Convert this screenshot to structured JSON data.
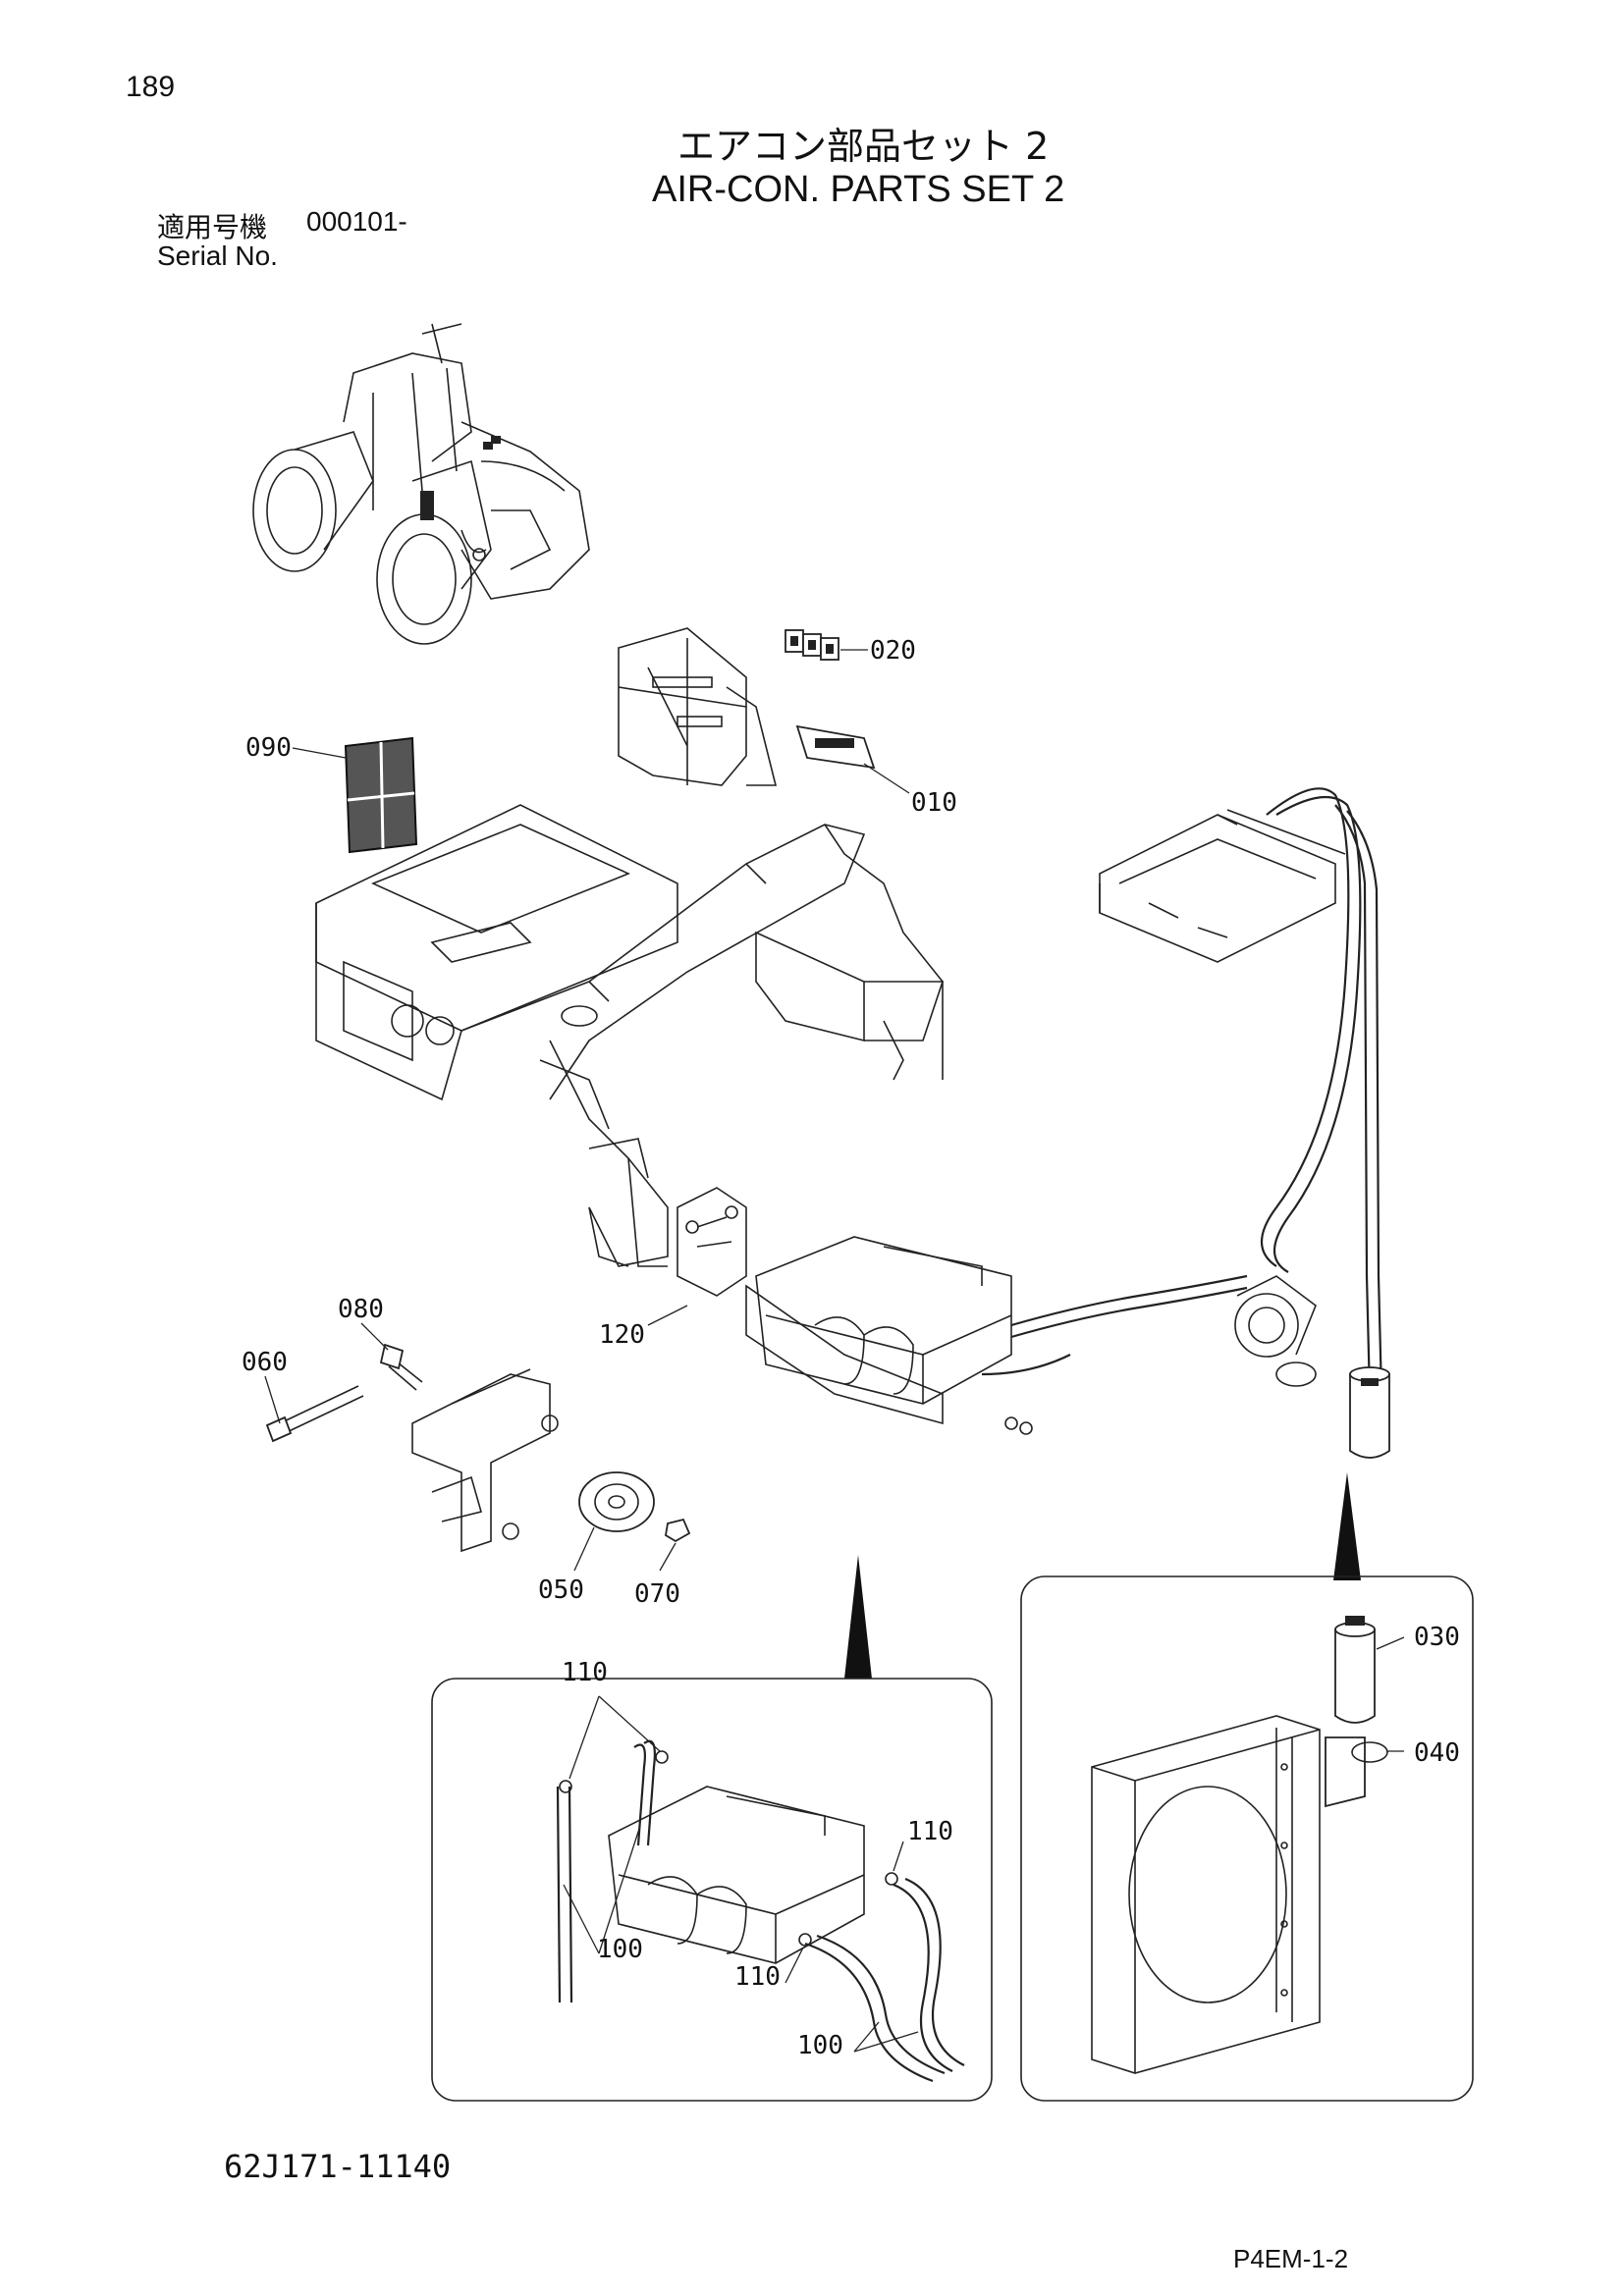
{
  "page_number": "189",
  "title_jp": "エアコン部品セット 2",
  "title_en": "AIR-CON. PARTS SET 2",
  "serial_label_jp": "適用号機",
  "serial_value": "000101-",
  "serial_label_en": "Serial No.",
  "callouts": {
    "c020": "020",
    "c010": "010",
    "c090": "090",
    "c120": "120",
    "c080": "080",
    "c060": "060",
    "c050": "050",
    "c070": "070",
    "c030": "030",
    "c040": "040",
    "c110a": "110",
    "c110b": "110",
    "c110c": "110",
    "c100a": "100",
    "c100b": "100"
  },
  "drawing_number": "62J171-11140",
  "page_code": "P4EM-1-2"
}
